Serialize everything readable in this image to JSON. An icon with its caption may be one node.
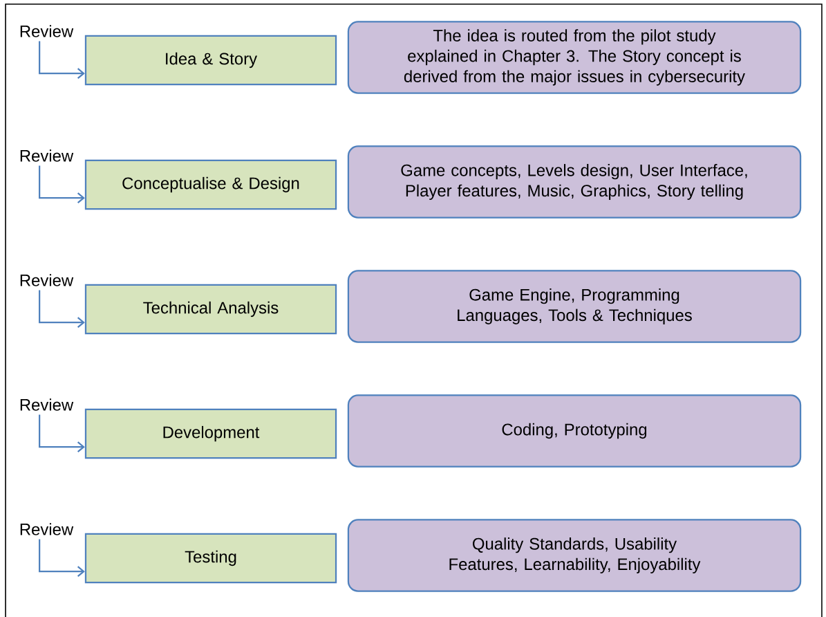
{
  "diagram": {
    "nodes": [
      {
        "text": [
          "Review"
        ]
      },
      {
        "text": [
          "Idea & Story"
        ]
      },
      {
        "text": [
          "The idea is routed from the pilot study explained in Chapter 3. The Story concept is derived from the major issues in cybersecurity"
        ]
      },
      {
        "text": [
          "Review"
        ]
      },
      {
        "text": [
          "Conceptualise & Design"
        ]
      },
      {
        "text": [
          "Game concepts, Levels design, User Interface, Player features, Music, Graphics, Story telling"
        ]
      },
      {
        "text": [
          "Review"
        ]
      },
      {
        "text": [
          "Technical Analysis"
        ]
      },
      {
        "text": [
          "Game Engine, Programming Languages, Tools & Techniques"
        ]
      },
      {
        "text": [
          "Review"
        ]
      },
      {
        "text": [
          "Development"
        ]
      },
      {
        "text": [
          "Coding, Prototyping"
        ]
      },
      {
        "text": [
          "Review"
        ]
      },
      {
        "text": [
          "Testing"
        ]
      },
      {
        "text": [
          "Quality Standards, Usability Features, Learnability, Enjoyability"
        ]
      }
    ],
    "edges": [
      {
        "from": 0,
        "to": 1,
        "arrow": "to"
      },
      {
        "from": 3,
        "to": 4,
        "arrow": "to"
      },
      {
        "from": 6,
        "to": 7,
        "arrow": "to"
      },
      {
        "from": 9,
        "to": 10,
        "arrow": "to"
      },
      {
        "from": 12,
        "to": 13,
        "arrow": "to"
      }
    ]
  }
}
